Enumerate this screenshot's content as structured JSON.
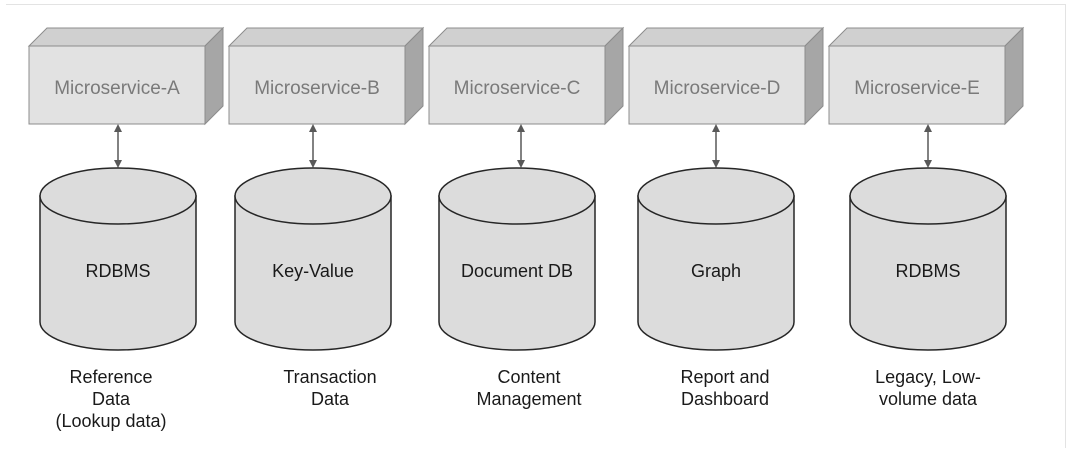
{
  "diagram": {
    "columns": [
      {
        "service": "Microservice-A",
        "database": "RDBMS",
        "caption": [
          "Reference",
          "Data",
          "(Lookup data)"
        ]
      },
      {
        "service": "Microservice-B",
        "database": "Key-Value",
        "caption": [
          "Transaction",
          "Data"
        ]
      },
      {
        "service": "Microservice-C",
        "database": "Document DB",
        "caption": [
          "Content",
          "Management"
        ]
      },
      {
        "service": "Microservice-D",
        "database": "Graph",
        "caption": [
          "Report and",
          "Dashboard"
        ]
      },
      {
        "service": "Microservice-E",
        "database": "RDBMS",
        "caption": [
          "Legacy, Low-",
          "volume data"
        ]
      }
    ],
    "colors": {
      "box_front": "#e2e2e2",
      "box_top": "#d0d0d0",
      "box_side": "#a6a6a6",
      "outline": "#8c8c8c",
      "cylinder_fill": "#dcdcdc",
      "cylinder_outline": "#262626",
      "service_text": "#7a7a7a",
      "db_text": "#1a1a1a",
      "caption_text": "#1a1a1a",
      "arrow": "#595959"
    }
  }
}
